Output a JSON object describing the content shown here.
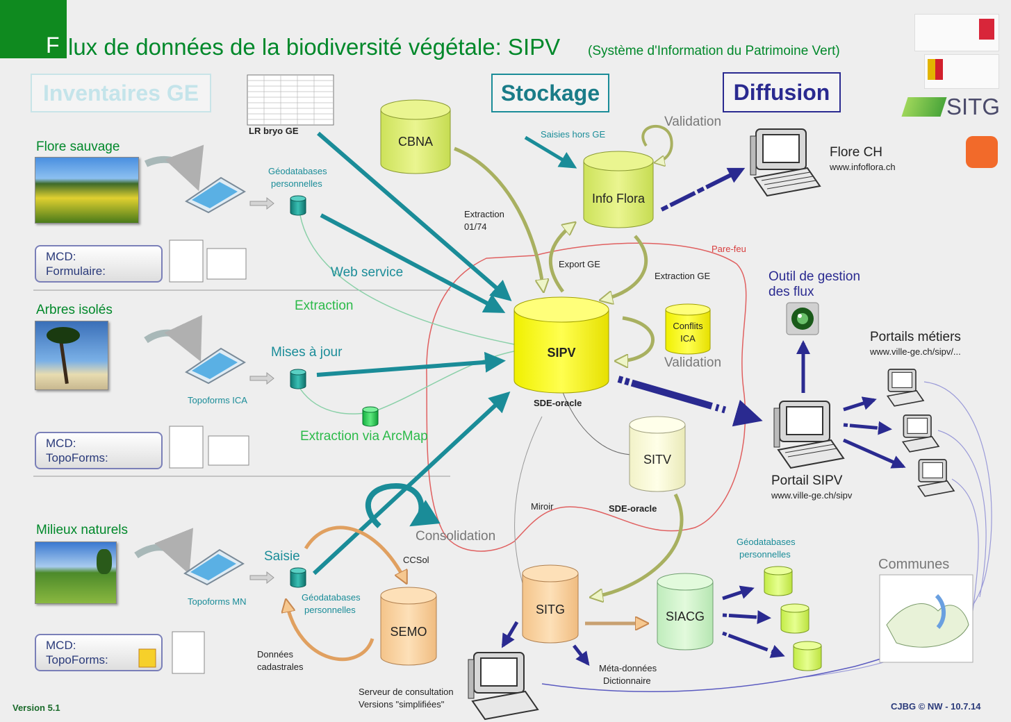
{
  "title": {
    "initial": "F",
    "main": "lux de données de la biodiversité végétale: SIPV",
    "subtitle": "(Système d'Information du Patrimoine Vert)"
  },
  "headers": {
    "inventaires": "Inventaires GE",
    "stockage": "Stockage",
    "diffusion": "Diffusion"
  },
  "sections": {
    "flore": "Flore sauvage",
    "arbres": "Arbres isolés",
    "milieux": "Milieux naturels"
  },
  "mcd": [
    {
      "line1": "MCD:",
      "line2": "Formulaire:"
    },
    {
      "line1": "MCD:",
      "line2": "TopoForms:"
    },
    {
      "line1": "MCD:",
      "line2": "TopoForms:"
    }
  ],
  "databases": {
    "cbna": "CBNA",
    "infoflora": "Info Flora",
    "sipv": "SIPV",
    "conflits": [
      "Conflits",
      "ICA"
    ],
    "sitv": "SITV",
    "sitg": "SITG",
    "siacg": "SIACG",
    "semo": "SEMO"
  },
  "labels": {
    "lr_bryo": "LR bryo GE",
    "geodb1": [
      "Géodatabases",
      "personnelles"
    ],
    "geodb2": [
      "Géodatabases",
      "personnelles"
    ],
    "geodb3": [
      "Géodatabases",
      "personnelles"
    ],
    "web_service": "Web service",
    "extraction": "Extraction",
    "mises_a_jour": "Mises à jour",
    "topoforms_ica": "Topoforms ICA",
    "extraction_arcmap": "Extraction via ArcMap",
    "topoforms_mn": "Topoforms MN",
    "saisie": "Saisie",
    "donnees_cadastrales": [
      "Données",
      "cadastrales"
    ],
    "ccsol": "CCSol",
    "consolidation": "Consolidation",
    "extraction_0174": [
      "Extraction",
      "01/74"
    ],
    "saisies_hors_ge": "Saisies hors GE",
    "validation_top": "Validation",
    "export_ge": "Export GE",
    "extraction_ge": "Extraction GE",
    "pare_feu": "Pare-feu",
    "validation_mid": "Validation",
    "sde_oracle_1": "SDE-oracle",
    "sde_oracle_2": "SDE-oracle",
    "miroir": "Miroir",
    "flore_ch": "Flore CH",
    "flore_ch_url": "www.infoflora.ch",
    "outil": [
      "Outil de gestion",
      "des flux"
    ],
    "portails_metiers": "Portails métiers",
    "portails_url": "www.ville-ge.ch/sipv/...",
    "portail_sipv": "Portail SIPV",
    "portail_sipv_url": "www.ville-ge.ch/sipv",
    "communes": "Communes",
    "meta_donnees": [
      "Méta-données",
      "Dictionnaire"
    ],
    "serveur": [
      "Serveur de consultation",
      "Versions \"simplifiées\""
    ],
    "sitg_logo": "SITG"
  },
  "footer": {
    "version": "Version 5.1",
    "credit": "CJBG © NW - 10.7.14"
  },
  "colors": {
    "title_green": "#00882a",
    "teal": "#1a8c98",
    "navy": "#2a2a90",
    "sipv_yellow": "#f4f400",
    "cyl_yellow_green": "#d8ec58",
    "firewall_red": "#d84040"
  }
}
